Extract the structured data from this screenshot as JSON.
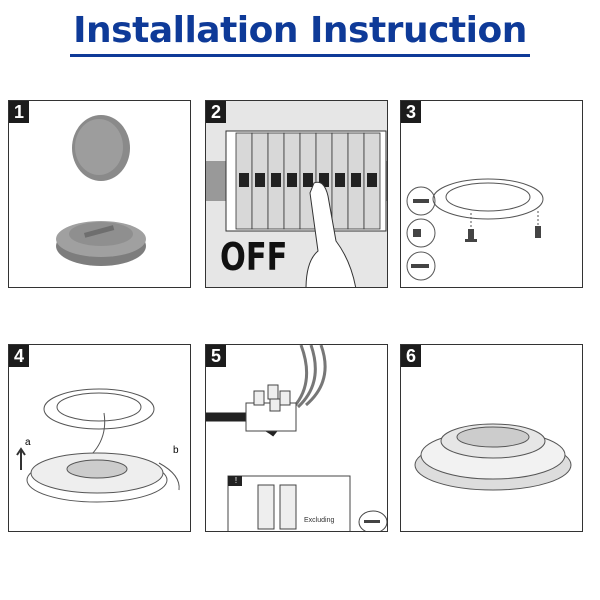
{
  "title": "Installation Instruction",
  "steps": [
    {
      "number": "1"
    },
    {
      "number": "2",
      "caption": "OFF"
    },
    {
      "number": "3"
    },
    {
      "number": "4",
      "arrow_a": "a",
      "arrow_b": "b"
    },
    {
      "number": "5",
      "inset_number": "!",
      "inset_label": "Excluding"
    },
    {
      "number": "6"
    }
  ],
  "colors": {
    "title": "#0e3a98"
  }
}
